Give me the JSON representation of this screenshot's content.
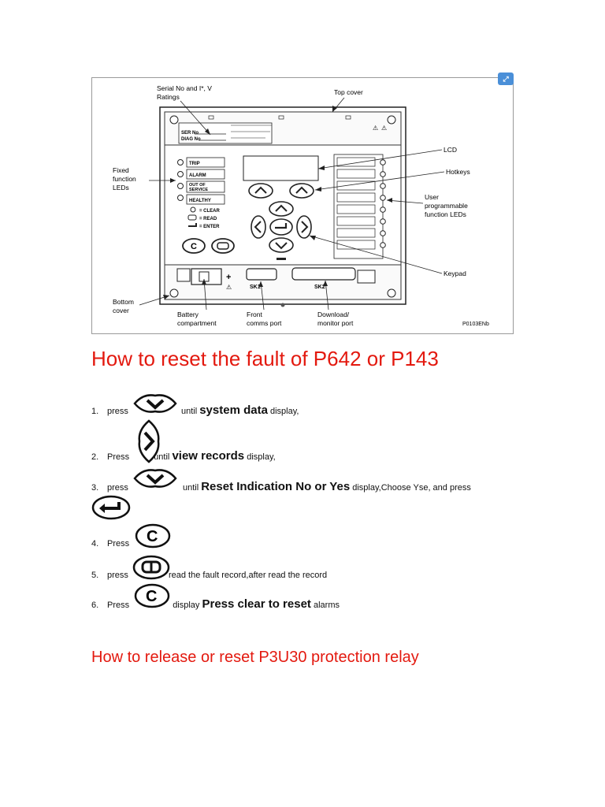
{
  "figure": {
    "labels": {
      "serial": "Serial No and I*, V",
      "ratings": "Ratings",
      "top_cover": "Top cover",
      "lcd": "LCD",
      "hotkeys": "Hotkeys",
      "fixed1": "Fixed",
      "fixed2": "function",
      "fixed3": "LEDs",
      "user1": "User",
      "user2": "programmable",
      "user3": "function LEDs",
      "keypad": "Keypad",
      "bottom1": "Bottom",
      "bottom2": "cover",
      "battery1": "Battery",
      "battery2": "compartment",
      "front1": "Front",
      "front2": "comms port",
      "download1": "Download/",
      "download2": "monitor port",
      "code": "P0103ENb",
      "trip": "TRIP",
      "alarm": "ALARM",
      "oos1": "OUT OF",
      "oos2": "SERVICE",
      "healthy": "HEALTHY",
      "clear": "= CLEAR",
      "read": "= READ",
      "enter": "= ENTER",
      "sk1": "SK1",
      "sk2": "SK2",
      "serno": "SER No",
      "diagno": "DIAG No"
    }
  },
  "heading1": "How to reset the fault of P642 or P143",
  "steps": {
    "s1": {
      "num": "1.",
      "a": "press",
      "b": "until",
      "c": "system data",
      "d": "display,"
    },
    "s2": {
      "num": "2.",
      "a": "Press",
      "b": "until",
      "c": "view records",
      "d": "display,"
    },
    "s3": {
      "num": "3.",
      "a": "press",
      "b": "until",
      "c": "Reset Indication No or Yes",
      "d": "display,Choose Yse, and press"
    },
    "s4": {
      "num": "4.",
      "a": "Press"
    },
    "s5": {
      "num": "5.",
      "a": "press",
      "b": "read the fault record,after read the record"
    },
    "s6": {
      "num": "6.",
      "a": "Press",
      "b": "display",
      "c": "Press clear to reset",
      "d": "alarms"
    }
  },
  "heading2": "How to release or reset P3U30 protection relay"
}
